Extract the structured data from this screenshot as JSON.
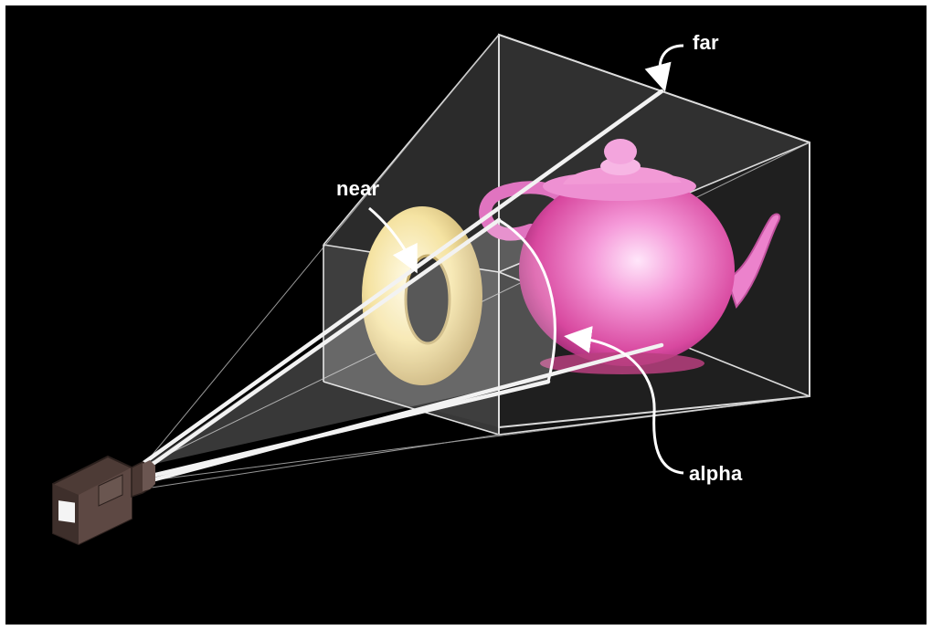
{
  "labels": {
    "far": "far",
    "near": "near",
    "alpha": "alpha"
  },
  "colors": {
    "background": "#000000",
    "frustum_edges": "#e6e6e6",
    "torus": "#f3e2a0",
    "teapot": "#f070c8",
    "camera": "#5a4741",
    "arrows": "#ffffff"
  },
  "icons": [
    "camera-icon",
    "torus-shape",
    "teapot-shape"
  ]
}
